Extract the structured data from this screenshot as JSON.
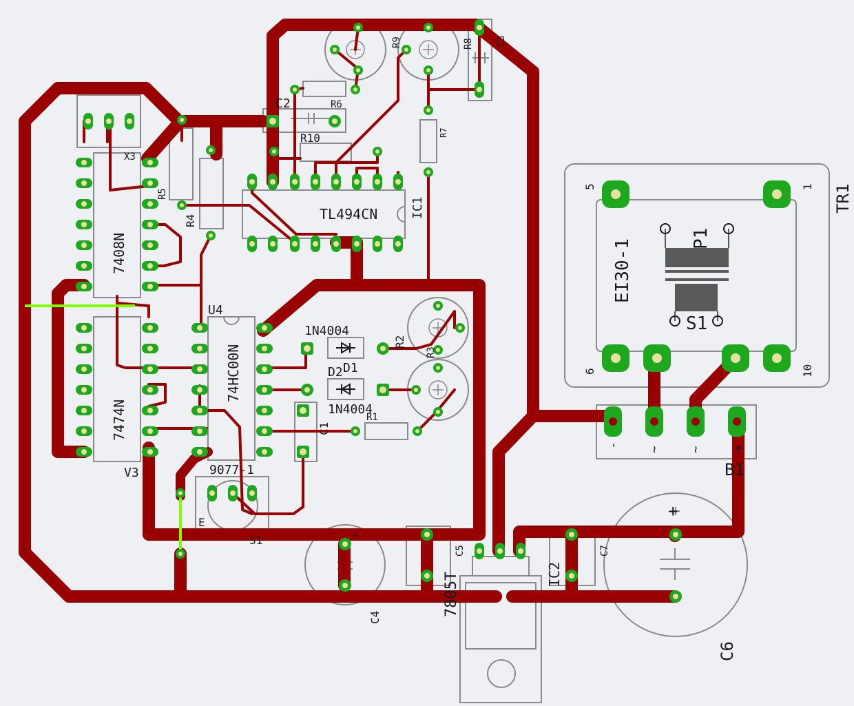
{
  "colors": {
    "background": "#eef0f4",
    "trace": "#990000",
    "pad": "#1ea81e",
    "drill": "#e8e0a0",
    "outline": "#8a8a8a",
    "wire": "#7fff00",
    "text": "#1a1a1a"
  },
  "labels": {
    "tr1": "TR1",
    "ei30": "EI30-1",
    "p1": "P1",
    "s1_coil": "S1",
    "pin5": "5",
    "pin1": "1",
    "pin6": "6",
    "pin10": "10",
    "b1": "B1",
    "b1_minus": "-",
    "b1_ac1": "~",
    "b1_ac2": "~",
    "b1_plus": "+",
    "tl494": "TL494CN",
    "ic1": "IC1",
    "u7408": "7408N",
    "u7474": "7474N",
    "x3": "X3",
    "v3": "V3",
    "u4": "U4",
    "hc00": "74HC00N",
    "d1_part": "1N4004",
    "d1": "D1",
    "d2": "D2",
    "d2_part": "1N4004",
    "r1": "R1",
    "r2": "R2",
    "r3": "R3",
    "r4": "R4",
    "r5": "R5",
    "r6": "R6",
    "r7": "R7",
    "r8": "R8",
    "r9": "R9",
    "r10": "R10",
    "c1": "C1",
    "c2": "C2",
    "c3": "C3",
    "c4": "C4",
    "c5": "C5",
    "c6": "C6",
    "c7": "C7",
    "reg": "7805T",
    "ic2": "IC2",
    "s1_sw": "S1",
    "sw_part": "9077-1",
    "sw_e": "E",
    "c4_plus": "+",
    "c6_plus": "+"
  }
}
